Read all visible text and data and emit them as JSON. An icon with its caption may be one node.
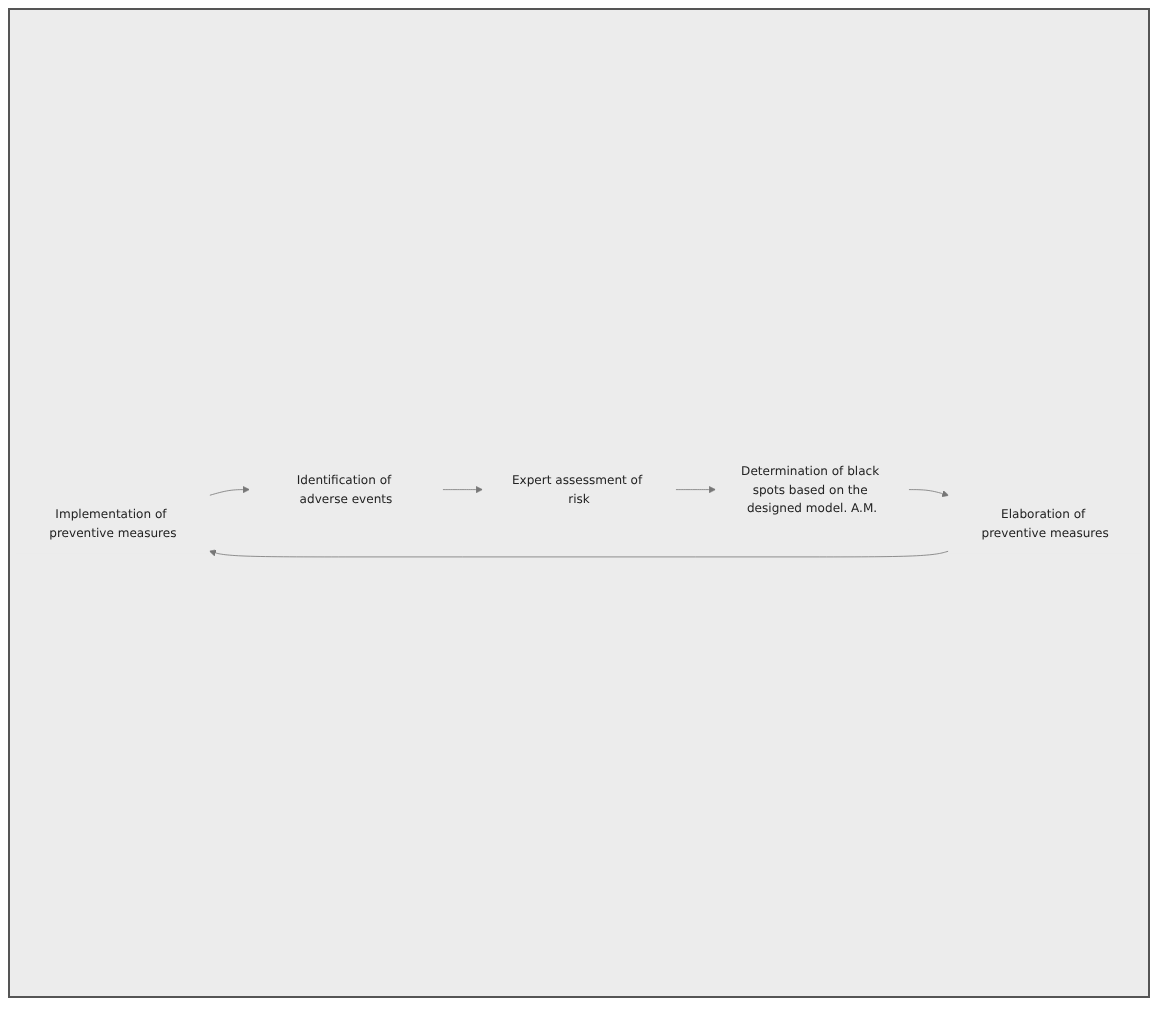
{
  "diagram": {
    "nodes": [
      {
        "text": [
          "Implementation of preventive measures"
        ]
      },
      {
        "text": [
          "Identification of adverse events"
        ]
      },
      {
        "text": [
          "Expert assessment of risk"
        ]
      },
      {
        "text": [
          "Determination of black spots based on the designed model. A.M."
        ]
      },
      {
        "text": [
          "Elaboration of preventive measures"
        ]
      }
    ],
    "edges": [
      {
        "from": 0,
        "to": 1,
        "arrow": "to"
      },
      {
        "from": 1,
        "to": 2,
        "arrow": "to"
      },
      {
        "from": 2,
        "to": 3,
        "arrow": "to"
      },
      {
        "from": 3,
        "to": 4,
        "arrow": "to"
      },
      {
        "from": 4,
        "to": 0,
        "arrow": "to"
      }
    ]
  }
}
